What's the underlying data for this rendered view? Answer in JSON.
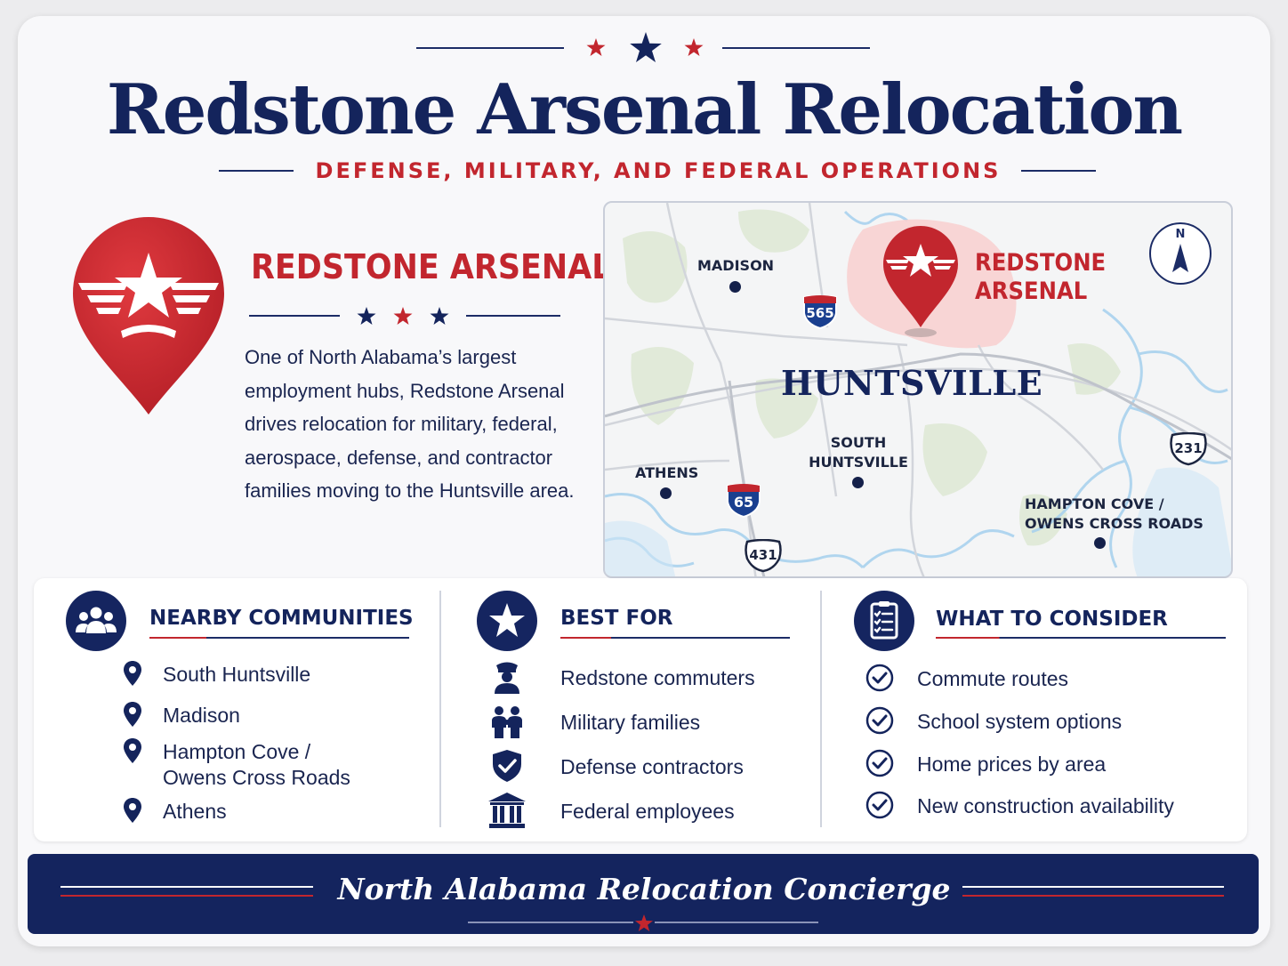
{
  "header": {
    "title": "Redstone Arsenal Relocation",
    "subtitle": "DEFENSE, MILITARY, AND FEDERAL OPERATIONS"
  },
  "feature": {
    "title": "REDSTONE ARSENAL",
    "description": "One of North Alabama’s largest employment hubs, Redstone Arsenal drives relocation for military, federal, aerospace, defense, and contractor families moving to the Huntsville area."
  },
  "map": {
    "center_label": "HUNTSVILLE",
    "arsenal_line1": "REDSTONE",
    "arsenal_line2": "ARSENAL",
    "compass_letter": "N",
    "cities": {
      "madison": "MADISON",
      "athens": "ATHENS",
      "south_line1": "SOUTH",
      "south_line2": "HUNTSVILLE",
      "hampton_line1": "HAMPTON COVE /",
      "hampton_line2": "OWENS CROSS ROADS"
    },
    "routes": {
      "i565": "565",
      "i65": "65",
      "us231": "231",
      "us431": "431"
    }
  },
  "nearby": {
    "heading": "NEARBY COMMUNITIES",
    "items": [
      "South Huntsville",
      "Madison",
      "Hampton Cove /",
      "Owens Cross Roads",
      "Athens"
    ]
  },
  "best_for": {
    "heading": "BEST FOR",
    "items": [
      "Redstone commuters",
      "Military families",
      "Defense contractors",
      "Federal employees"
    ]
  },
  "consider": {
    "heading": "WHAT TO CONSIDER",
    "items": [
      "Commute routes",
      "School system options",
      "Home prices by area",
      "New construction availability"
    ]
  },
  "footer": {
    "text": "North Alabama Relocation Concierge"
  },
  "colors": {
    "navy": "#14245c",
    "red": "#c2262e",
    "background": "#f8f8fa"
  },
  "icons": {
    "header": "star-icon",
    "nearby_heading": "people-icon",
    "nearby_items": "map-pin-icon",
    "best_for_heading": "star-icon",
    "best_for_items": [
      "officer-icon",
      "family-icon",
      "shield-check-icon",
      "federal-building-icon"
    ],
    "consider_heading": "clipboard-icon",
    "consider_items": "check-circle-icon",
    "compass": "compass-icon"
  }
}
